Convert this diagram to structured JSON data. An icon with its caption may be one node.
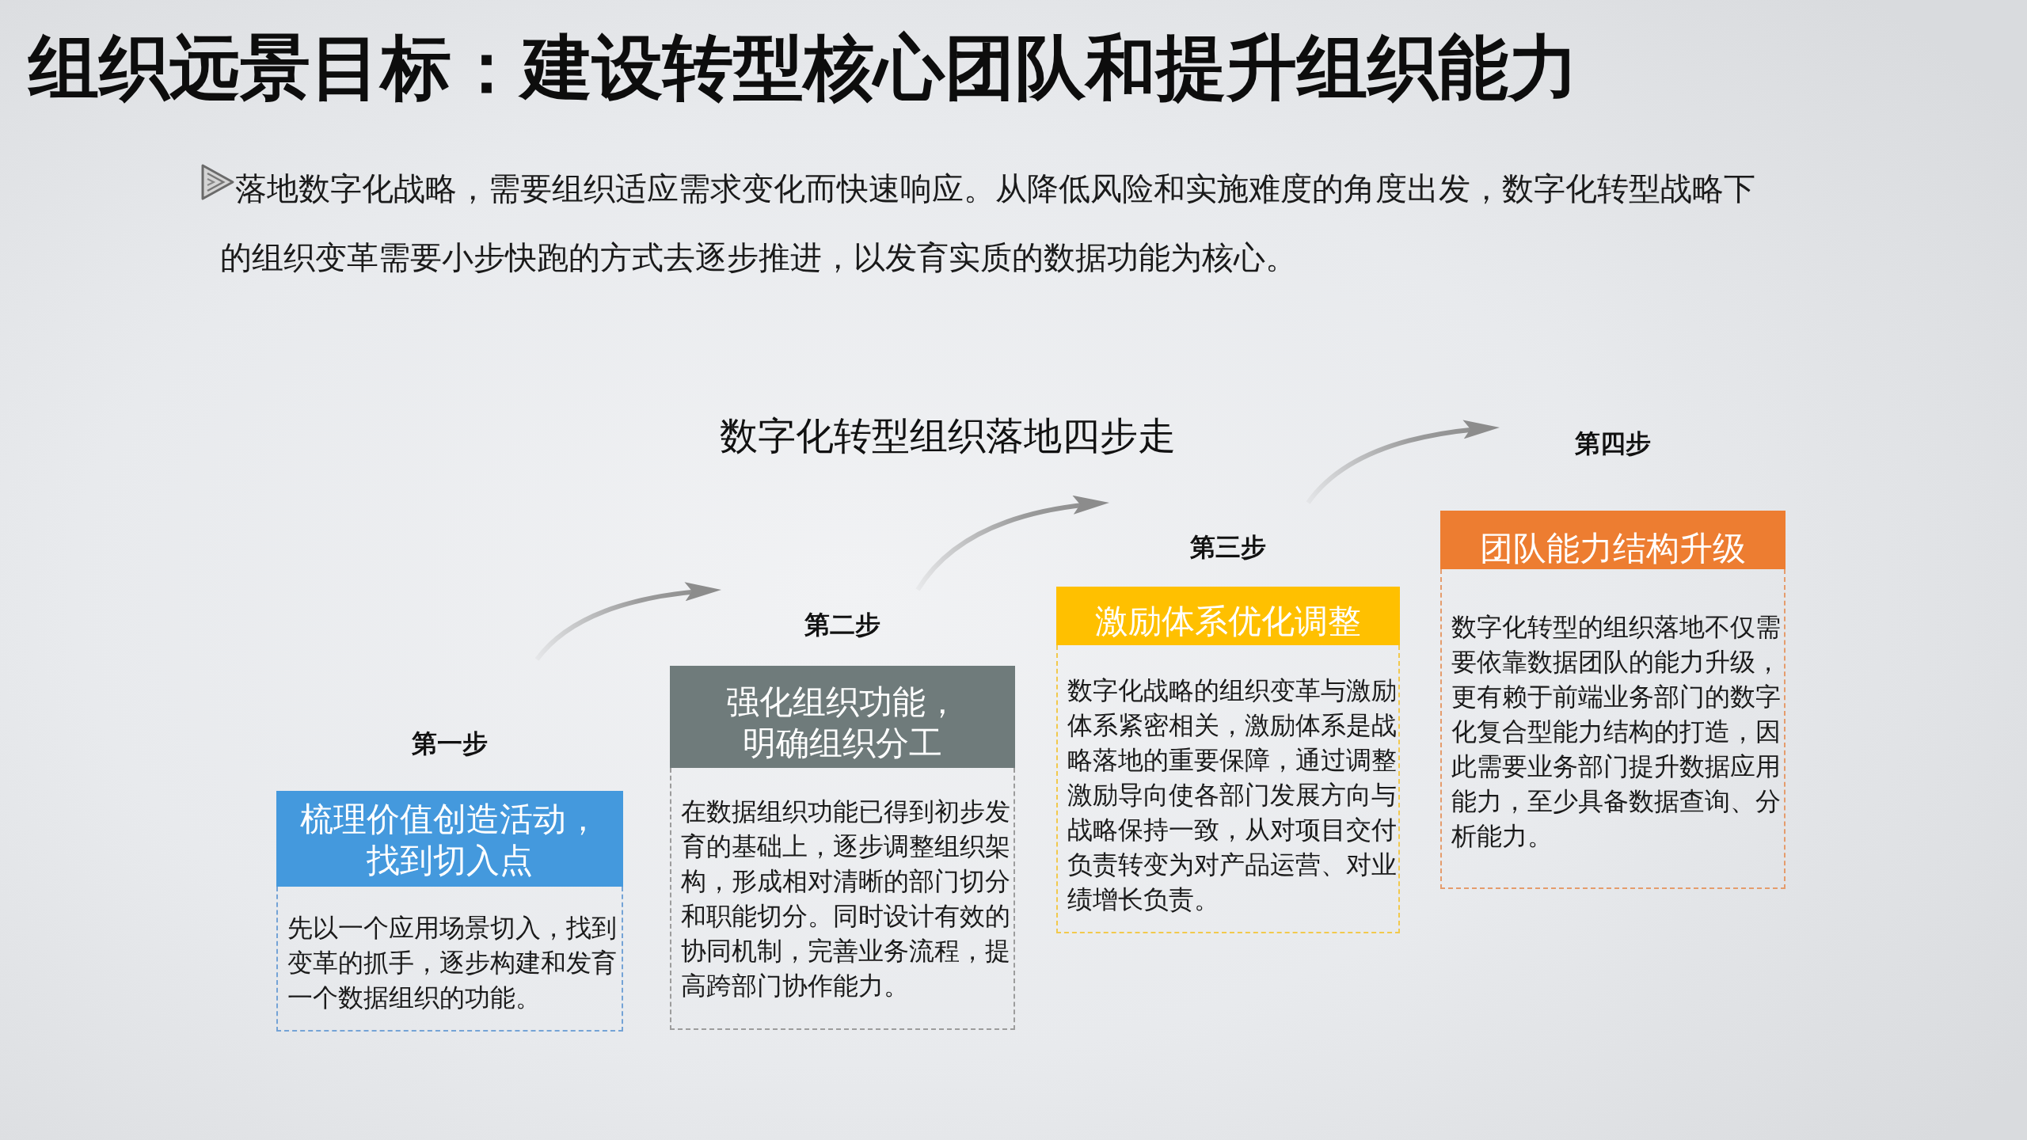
{
  "diagram": {
    "title": "组织远景目标：建设转型核心团队和提升组织能力",
    "nodes": [
      {
        "text": [
          "梳理价值创造活动，找到切入点",
          "先以一个应用场景切入，找到变革的抓手，逐步构建和发育一个数据组织的功能。"
        ],
        "beside": [
          "第一步"
        ]
      },
      {
        "text": [
          "强化组织功能，明确组织分工",
          "在数据组织功能已得到初步发育的基础上，逐步调整组织架构，形成相对清晰的部门切分和职能切分。同时设计有效的协同机制，完善业务流程，提高跨部门协作能力。"
        ],
        "beside": [
          "第二步"
        ]
      },
      {
        "text": [
          "激励体系优化调整",
          "数字化战略的组织变革与激励体系紧密相关，激励体系是战略落地的重要保障，通过调整激励导向使各部门发展方向与战略保持一致，从对项目交付负责转变为对产品运营、对业绩增长负责。"
        ],
        "beside": [
          "第三步"
        ]
      },
      {
        "text": [
          "团队能力结构升级",
          "数字化转型的组织落地不仅需要依靠数据团队的能力升级，更有赖于前端业务部门的数字化复合型能力结构的打造，因此需要业务部门提升数据应用能力，至少具备数据查询、分析能力。"
        ],
        "beside": [
          "第四步"
        ]
      }
    ],
    "edges": [
      {
        "from": 0,
        "to": 1,
        "arrow": "to"
      },
      {
        "from": 1,
        "to": 2,
        "arrow": "to"
      },
      {
        "from": 2,
        "to": 3,
        "arrow": "to"
      }
    ],
    "labels": [
      "落地数字化战略，需要组织适应需求变化而快速响应。从降低风险和实施难度的角度出发，数字化转型战略下的组织变革需要小步快跑的方式去逐步推进，以发育实质的数据功能为核心。",
      "数字化转型组织落地四步走"
    ]
  }
}
